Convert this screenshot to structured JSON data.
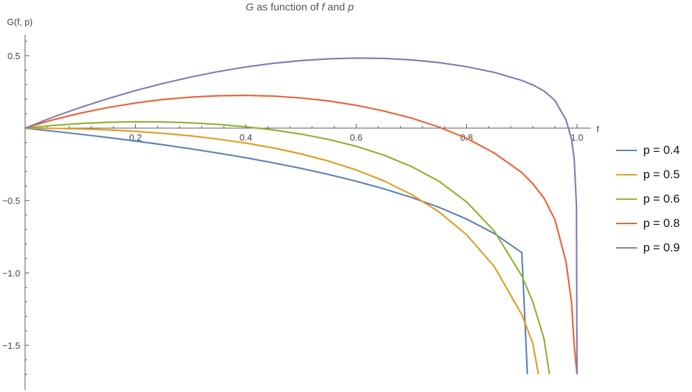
{
  "title": {
    "parts": [
      {
        "text": "G",
        "italic": true
      },
      {
        "text": " as function of ",
        "italic": false
      },
      {
        "text": "f",
        "italic": true
      },
      {
        "text": " and ",
        "italic": false
      },
      {
        "text": "p",
        "italic": true
      }
    ]
  },
  "chart_data": {
    "type": "line",
    "title": "G as function of f and p",
    "xlabel": "f",
    "ylabel": "G(f, p)",
    "xlim": [
      0,
      1.02
    ],
    "ylim": [
      -1.7,
      0.6
    ],
    "x_ticks": [
      0.2,
      0.4,
      0.6,
      0.8,
      1.0
    ],
    "x_tick_labels": [
      "0.2",
      "0.4",
      "0.6",
      "0.8",
      "1.0"
    ],
    "y_ticks": [
      0.5,
      -0.5,
      -1.0,
      -1.5
    ],
    "y_tick_labels": [
      "0.5",
      "−0.5",
      "−1.0",
      "−1.5"
    ],
    "grid": false,
    "legend_position": "right",
    "x": [
      0,
      0.05,
      0.1,
      0.15,
      0.2,
      0.25,
      0.3,
      0.35,
      0.4,
      0.45,
      0.5,
      0.55,
      0.6,
      0.65,
      0.7,
      0.75,
      0.8,
      0.85,
      0.9,
      0.92,
      0.94,
      0.96,
      0.98,
      0.99,
      0.995,
      0.999
    ],
    "series": [
      {
        "name": "p = 0.4",
        "color": "#5E81B5",
        "values": [
          0,
          -0.0205,
          -0.0421,
          -0.065,
          -0.0893,
          -0.1151,
          -0.1427,
          -0.1724,
          -0.2046,
          -0.2397,
          -0.278,
          -0.3202,
          -0.3669,
          -0.4191,
          -0.4783,
          -0.5467,
          -0.6279,
          -0.7281,
          -0.86,
          null,
          null,
          null,
          null,
          null,
          null,
          null
        ]
      },
      {
        "name": "p = 0.5",
        "color": "#E19C24",
        "values": [
          0,
          -0.00125,
          -0.0052,
          -0.0121,
          -0.0222,
          -0.0359,
          -0.0536,
          -0.0759,
          -0.1034,
          -0.1371,
          -0.1781,
          -0.228,
          -0.289,
          -0.3641,
          -0.4581,
          -0.5782,
          -0.7365,
          -0.9552,
          -1.288,
          -1.486,
          null,
          null,
          null,
          null,
          null,
          null
        ]
      },
      {
        "name": "p = 0.6",
        "color": "#8FB032",
        "values": [
          0,
          0.0185,
          0.0318,
          0.0402,
          0.0438,
          0.0426,
          0.0365,
          0.0255,
          0.0093,
          -0.0125,
          -0.0413,
          -0.0783,
          -0.1257,
          -0.1863,
          -0.2647,
          -0.3675,
          -0.5094,
          -0.7108,
          -1.0208,
          -1.2002,
          -1.4526,
          null,
          null,
          null,
          null,
          null
        ]
      },
      {
        "name": "p = 0.8",
        "color": "#EB6235",
        "values": [
          0,
          0.0565,
          0.1035,
          0.1424,
          0.1736,
          0.1975,
          0.2141,
          0.2237,
          0.2261,
          0.2211,
          0.2082,
          0.1873,
          0.1576,
          0.1185,
          0.0694,
          0.0073,
          -0.0704,
          -0.1716,
          -0.3074,
          -0.3837,
          -0.4829,
          -0.6322,
          -0.9222,
          -1.204,
          -1.504,
          null
        ]
      },
      {
        "name": "p = 0.9",
        "color": "#8778B3",
        "values": [
          0,
          0.0749,
          0.1425,
          0.2036,
          0.259,
          0.3088,
          0.3526,
          0.3904,
          0.4222,
          0.4477,
          0.4665,
          0.4784,
          0.4836,
          0.4812,
          0.4712,
          0.4526,
          0.4242,
          0.385,
          0.3291,
          0.2984,
          0.2567,
          0.191,
          0.0569,
          -0.076,
          -0.214,
          -0.534
        ]
      }
    ]
  }
}
